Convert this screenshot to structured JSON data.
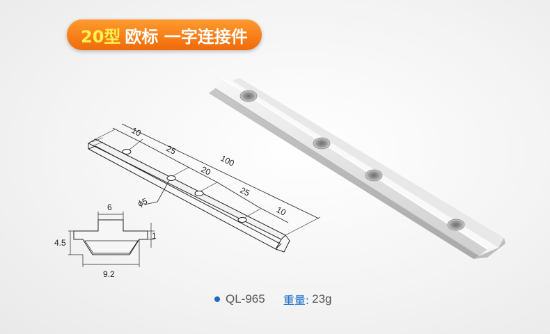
{
  "title": {
    "highlight": "20型",
    "rest": "欧标 一字连接件"
  },
  "drawing": {
    "dims": {
      "d10a": "10",
      "d25a": "25",
      "d100": "100",
      "d20": "20",
      "d25b": "25",
      "d10b": "10",
      "phi5": "ϕ5",
      "w6": "6",
      "h45": "4.5",
      "h1": "1",
      "w92": "9.2"
    }
  },
  "caption": {
    "model": "QL-965",
    "weight_label": "重量:",
    "weight_value": "23g"
  },
  "colors": {
    "badge": "#f27a12",
    "accent": "#1a6cc8"
  }
}
